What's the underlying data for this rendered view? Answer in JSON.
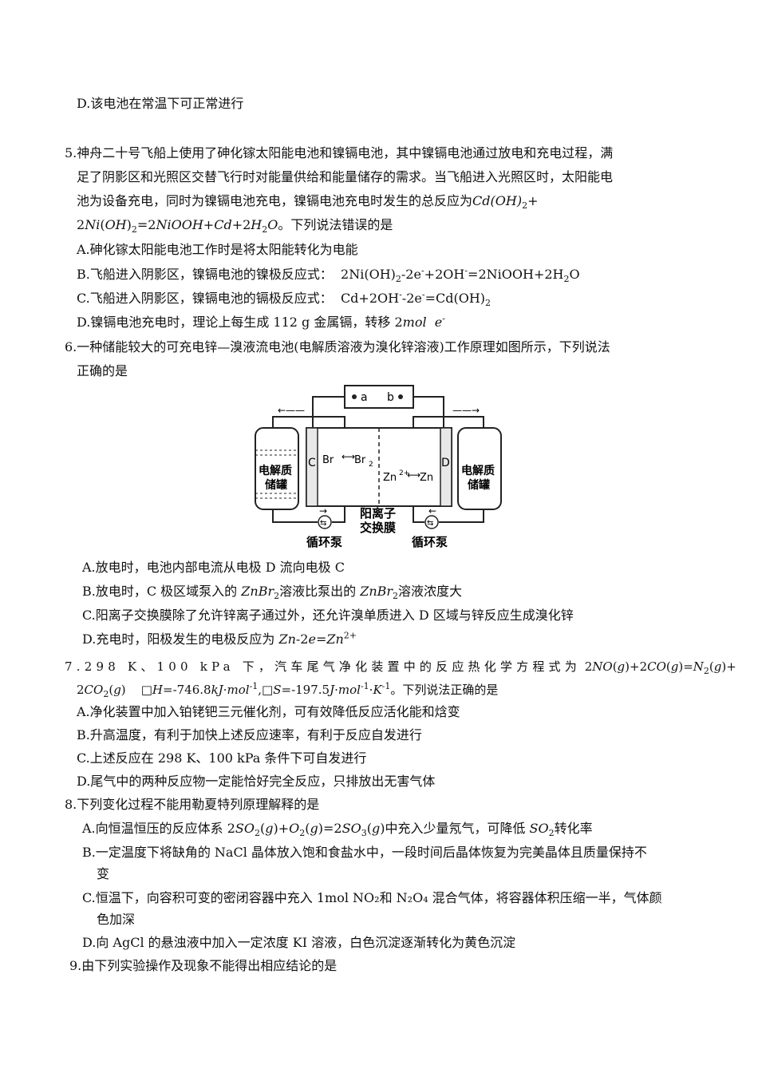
{
  "lines": [
    "D.该电池在常温下可正常进行",
    "5.神舟二十号飞船上使用了砷化镓太阳能电池和镍镉电池，其中镍镉电池通过放电和充电过程，满",
    "足了阴影区和光照区交替飞行时对能量供给和能量储存的需求。当飞船进入光照区时，太阳能电",
    "池为设备充电，同时为镍镉电池充电，镍镉电池充电时发生的总反应为",
    "A.砷化镓太阳能电池工作时是将太阳能转化为电能",
    "B.飞船进入阴影区，镍镉电池的镍极反应式：",
    "C.飞船进入阴影区，镍镉电池的镉极反应式：",
    "D.镍镉电池充电时，理论上每生成 112 g 金属镉，转移",
    "6.一种储能较大的可充电锌—溴液流电池(电解质溶液为溴化锌溶液)工作原理如图所示，下列说法",
    "正确的是",
    "A.放电时，电池内部电流从电极 D 流向电极 C",
    "B.放电时，C 极区域泵入的",
    "溶液比泵出的",
    "溶液浓度大",
    "C.阳离子交换膜除了允许锌离子通过外，还允许溴单质进入 D 区域与锌反应生成溴化锌",
    "D.充电时，阳极发生的电极反应为",
    "7.298 K、100 kPa 下，汽车尾气净化装置中的反应热化学方程式为",
    "。下列说法正确的是",
    "A.净化装置中加入铂铑钯三元催化剂，可有效降低反应活化能和焓变",
    "B.升高温度，有利于加快上述反应速率，有利于反应自发进行",
    "C.上述反应在 298 K、100 kPa 条件下可自发进行",
    "D.尾气中的两种反应物一定能恰好完全反应，只排放出无害气体",
    "8.下列变化过程不能用勒夏特列原理解释的是",
    "A.向恒温恒压的反应体系",
    "中充入少量氖气，可降低",
    "转化率",
    "B.一定温度下将缺角的 NaCl 晶体放入饱和食盐水中，一段时间后晶体恢复为完美晶体且质量保持不",
    "变",
    "C.恒温下，向容积可变的密闭容器中充入 1mol NO₂和 N₂O₄ 混合气体，将容器体积压缩一半，气体颜",
    "色加深",
    "D.向 AgCl 的悬浊液中加入一定浓度 KI 溶液，白色沉淀逐渐转化为黄色沉淀",
    "9.由下列实验操作及现象不能得出相应结论的是"
  ],
  "diagram": {
    "a": "a",
    "b": "b",
    "C": "C",
    "D": "D",
    "br": "Br",
    "br2": "Br",
    "sub2": "2",
    "zn2": "Zn",
    "sup2plus": "2+",
    "zn": "Zn",
    "tank_left": [
      "电解质",
      "储罐"
    ],
    "tank_right": [
      "电解质",
      "储罐"
    ],
    "membrane": [
      "阳离子",
      "交换膜"
    ],
    "pump_left": "循环泵",
    "pump_right": "循环泵"
  }
}
